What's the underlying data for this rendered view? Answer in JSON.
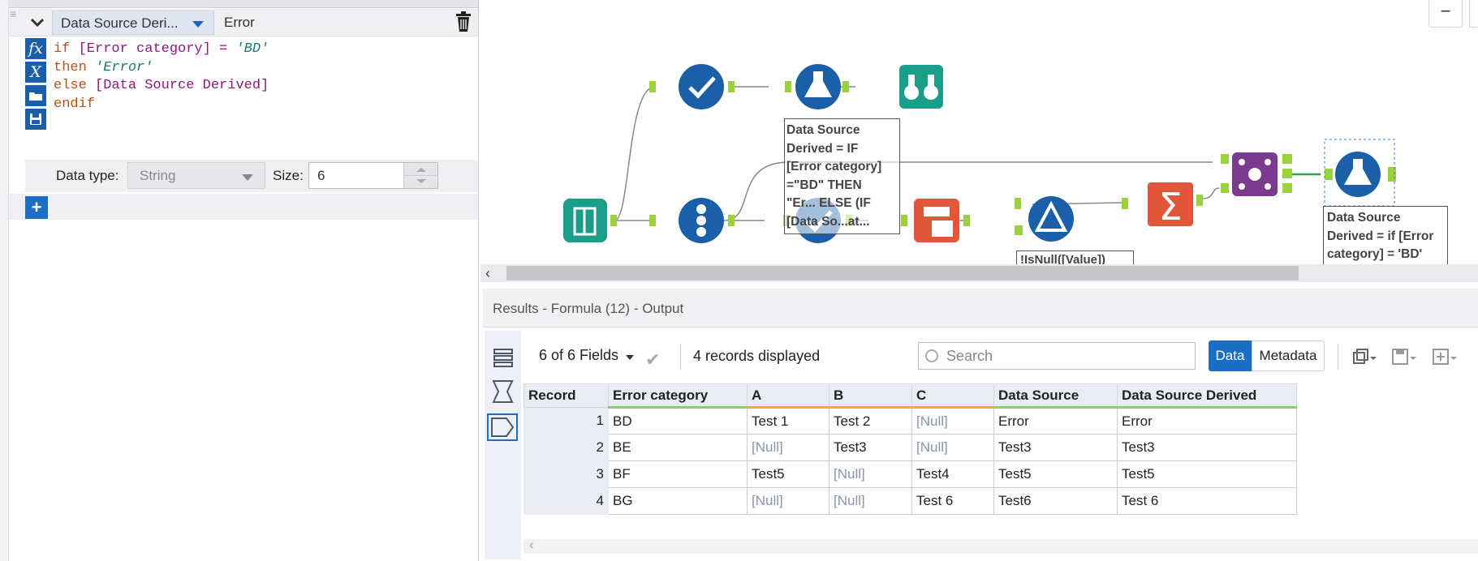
{
  "config": {
    "output_column": "Data Source Deri...",
    "data_preview": "Error",
    "expression_lines": [
      {
        "kw": "if ",
        "field": "[Error category]",
        "op": " = ",
        "str": "'BD'"
      },
      {
        "kw": "then ",
        "str": "'Error'"
      },
      {
        "kw": "else ",
        "field": "[Data Source Derived]"
      },
      {
        "kw": "endif"
      }
    ],
    "data_type_label": "Data type:",
    "data_type_value": "String",
    "size_label": "Size:",
    "size_value": "6",
    "add_label": "+"
  },
  "canvas": {
    "annotation_formula_1": [
      "Data Source",
      "Derived = IF",
      "[Error category]",
      "=\"BD\" THEN",
      "\"Er... ELSE (IF",
      "[Data So...at..."
    ],
    "annotation_formula_2": [
      "Data Source",
      "Derived = if [Error",
      "category] = 'BD'"
    ],
    "annotation_filter": "!IsNull([Value])",
    "zoom_out_label": "−",
    "colors": {
      "blue_tool": "#1a5fa8",
      "green_tool": "#1a9e8a",
      "orange_tool": "#e0573c",
      "purple_tool": "#7a3a8e"
    }
  },
  "results": {
    "title": "Results - Formula (12) - Output",
    "fields_selector": "6 of 6 Fields",
    "records_displayed": "4 records displayed",
    "search_placeholder": "Search",
    "btn_data": "Data",
    "btn_metadata": "Metadata",
    "columns": [
      "Record",
      "Error category",
      "A",
      "B",
      "C",
      "Data Source",
      "Data Source Derived"
    ],
    "rows": [
      [
        "1",
        "BD",
        "Test 1",
        "Test 2",
        "[Null]",
        "Error",
        "Error"
      ],
      [
        "2",
        "BE",
        "[Null]",
        "Test3",
        "[Null]",
        "Test3",
        "Test3"
      ],
      [
        "3",
        "BF",
        "Test5",
        "[Null]",
        "Test4",
        "Test5",
        "Test5"
      ],
      [
        "4",
        "BG",
        "[Null]",
        "[Null]",
        "Test 6",
        "Test6",
        "Test 6"
      ]
    ]
  }
}
